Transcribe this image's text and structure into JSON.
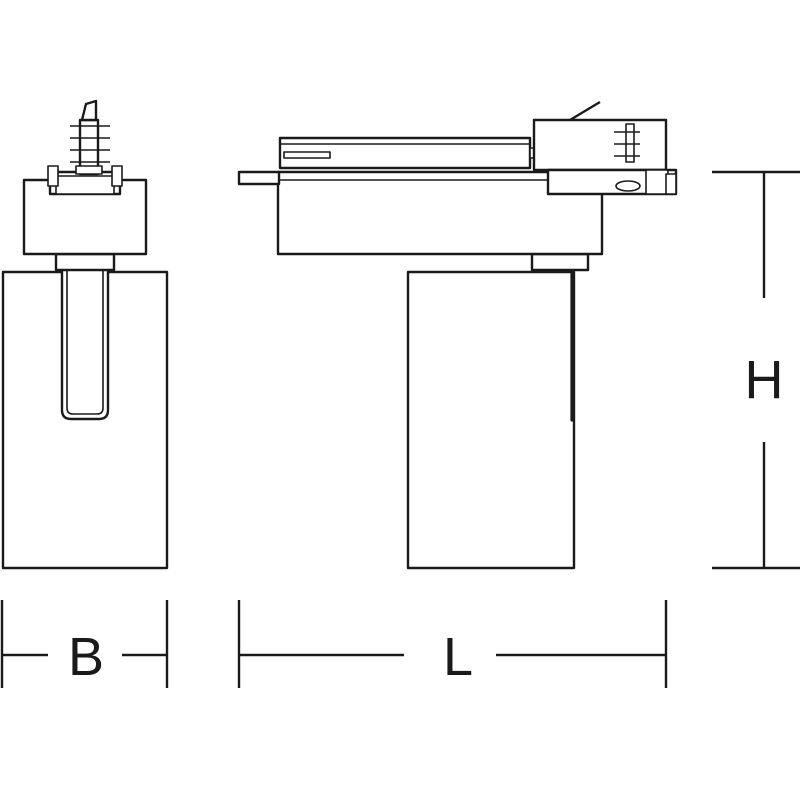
{
  "dimensions": {
    "width_label": "B",
    "length_label": "L",
    "height_label": "H"
  },
  "colors": {
    "line": "#1a1a1a",
    "background": "#ffffff"
  }
}
